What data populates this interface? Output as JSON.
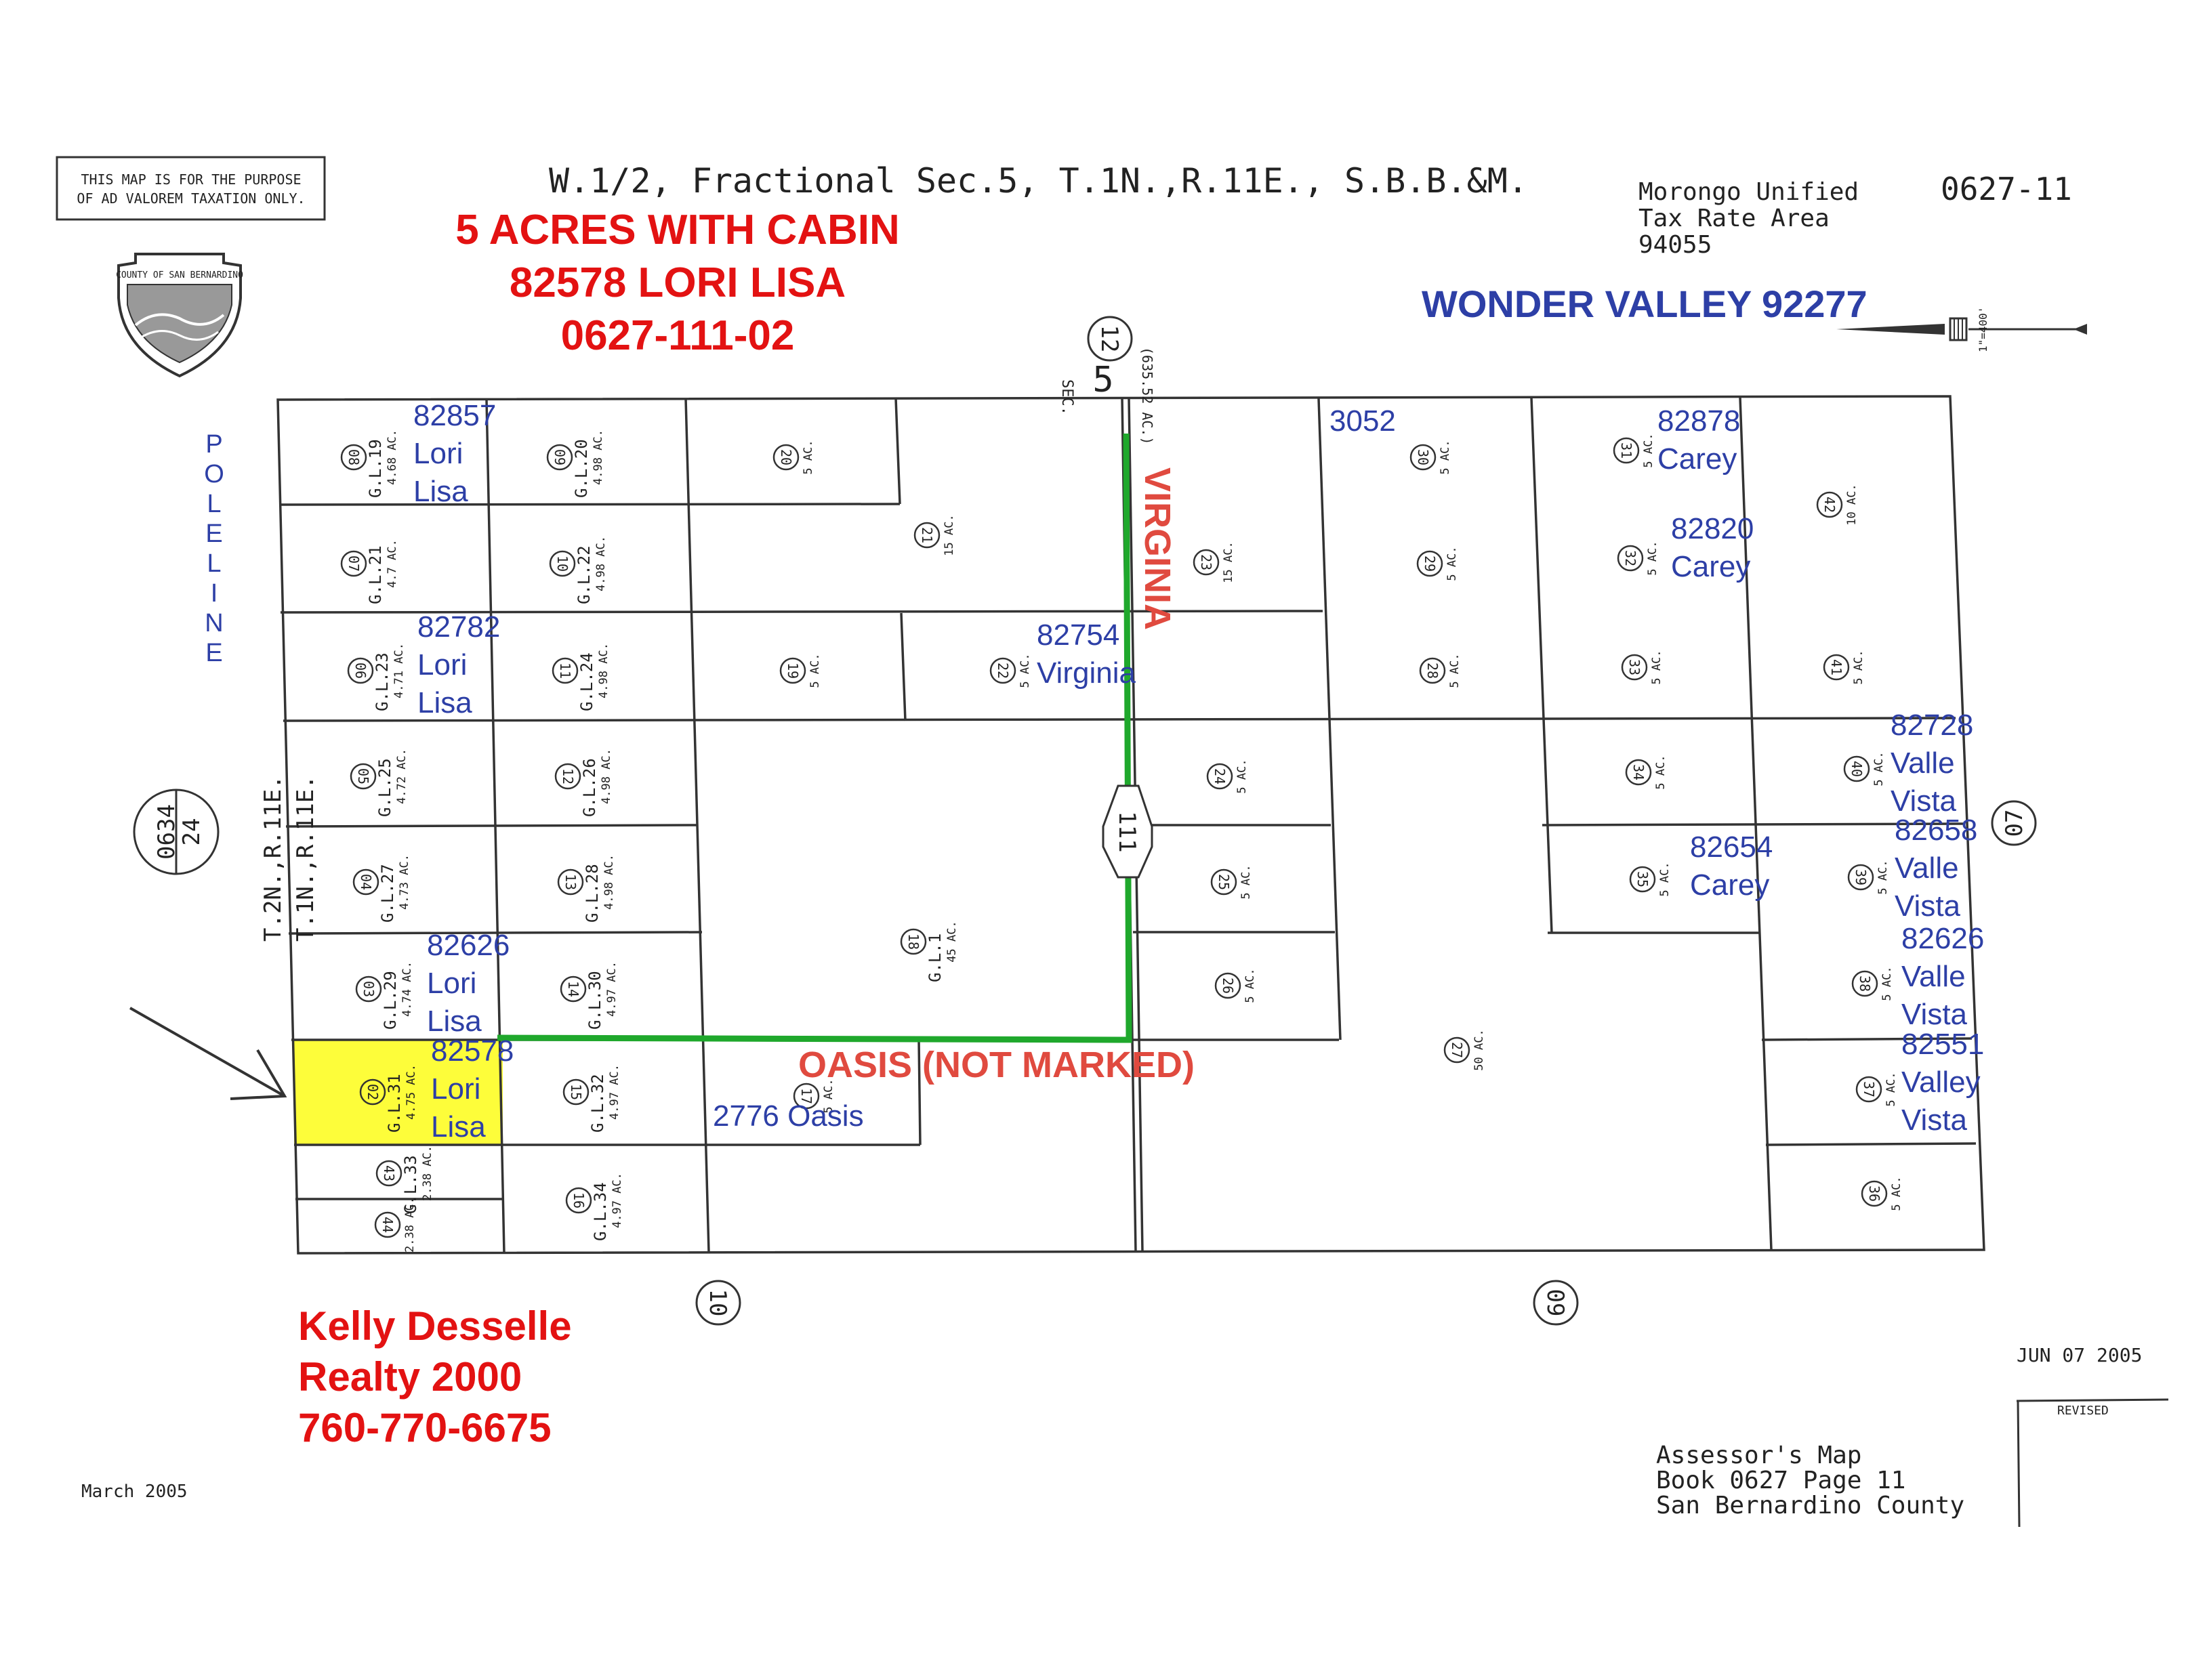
{
  "header": {
    "purpose_line1": "THIS MAP IS FOR THE PURPOSE",
    "purpose_line2": "OF AD VALOREM TAXATION ONLY.",
    "county_seal_text": "COUNTY OF SAN BERNARDINO",
    "title": "W.1/2, Fractional Sec.5, T.1N.,R.11E., S.B.B.&M.",
    "district_line1": "Morongo Unified",
    "district_line2": "Tax Rate Area",
    "district_line3": "94055",
    "map_number": "0627-11",
    "scale": "1\"=400'"
  },
  "listing": {
    "line1": "5 ACRES WITH CABIN",
    "line2": "82578 LORI LISA",
    "line3": "0627-111-02",
    "area": "WONDER VALLEY 92277"
  },
  "agent": {
    "name": "Kelly Desselle",
    "company": "Realty 2000",
    "phone": "760-770-6675"
  },
  "footer": {
    "date_left": "March 2005",
    "revised_date": "JUN 07 2005",
    "revised_label": "REVISED",
    "line1": "Assessor's Map",
    "line2": "Book 0627 Page 11",
    "line3": "San Bernardino County"
  },
  "roads": {
    "poleline": [
      "P",
      "O",
      "L",
      "E",
      "L",
      "I",
      "N",
      "E"
    ],
    "virginia": "VIRGINIA",
    "oasis": "OASIS (NOT MARKED)"
  },
  "township_label": "T.2N.,R.11E.",
  "township_label2": "T.1N.,R.11E.",
  "sec_label": "SEC.",
  "sec_number": "5",
  "sec_acreage": "(635.52 AC.)",
  "adjacent_maps": {
    "top": "12",
    "left_upper": "0634",
    "left_lower": "24",
    "right": "07",
    "bottom_left": "10",
    "bottom_right": "09",
    "center_book": "111"
  },
  "parcels": [
    {
      "n": "08",
      "gl": "G.L.19",
      "ac": "4.68 AC."
    },
    {
      "n": "07",
      "gl": "G.L.21",
      "ac": "4.7 AC."
    },
    {
      "n": "06",
      "gl": "G.L.23",
      "ac": "4.71 AC."
    },
    {
      "n": "05",
      "gl": "G.L.25",
      "ac": "4.72 AC."
    },
    {
      "n": "04",
      "gl": "G.L.27",
      "ac": "4.73 AC."
    },
    {
      "n": "03",
      "gl": "G.L.29",
      "ac": "4.74 AC."
    },
    {
      "n": "02",
      "gl": "G.L.31",
      "ac": "4.75 AC."
    },
    {
      "n": "43",
      "gl": "G.L.33",
      "ac": "2.38 AC."
    },
    {
      "n": "44",
      "gl": "",
      "ac": "2.38 AC."
    },
    {
      "n": "09",
      "gl": "G.L.20",
      "ac": "4.98 AC."
    },
    {
      "n": "10",
      "gl": "G.L.22",
      "ac": "4.98 AC."
    },
    {
      "n": "11",
      "gl": "G.L.24",
      "ac": "4.98 AC."
    },
    {
      "n": "12",
      "gl": "G.L.26",
      "ac": "4.98 AC."
    },
    {
      "n": "13",
      "gl": "G.L.28",
      "ac": "4.98 AC."
    },
    {
      "n": "14",
      "gl": "G.L.30",
      "ac": "4.97 AC."
    },
    {
      "n": "15",
      "gl": "G.L.32",
      "ac": "4.97 AC."
    },
    {
      "n": "16",
      "gl": "G.L.34",
      "ac": "4.97 AC."
    },
    {
      "n": "20",
      "ac": "5 AC."
    },
    {
      "n": "21",
      "ac": "15 AC."
    },
    {
      "n": "19",
      "ac": "5 AC."
    },
    {
      "n": "22",
      "ac": "5 AC."
    },
    {
      "n": "18",
      "gl": "G.L.1",
      "ac": "45 AC."
    },
    {
      "n": "17",
      "ac": "5 AC."
    },
    {
      "n": "23",
      "ac": "15 AC."
    },
    {
      "n": "24",
      "ac": "5 AC."
    },
    {
      "n": "25",
      "ac": "5 AC."
    },
    {
      "n": "26",
      "ac": "5 AC."
    },
    {
      "n": "30",
      "ac": "5 AC."
    },
    {
      "n": "29",
      "ac": "5 AC."
    },
    {
      "n": "28",
      "ac": "5 AC."
    },
    {
      "n": "27",
      "ac": "50 AC."
    },
    {
      "n": "31",
      "ac": "5 AC."
    },
    {
      "n": "32",
      "ac": "5 AC."
    },
    {
      "n": "33",
      "ac": "5 AC."
    },
    {
      "n": "34",
      "ac": "5 AC."
    },
    {
      "n": "35",
      "ac": "5 AC."
    },
    {
      "n": "42",
      "ac": "10 AC."
    },
    {
      "n": "41",
      "ac": "5 AC."
    },
    {
      "n": "40",
      "ac": "5 AC."
    },
    {
      "n": "39",
      "ac": "5 AC."
    },
    {
      "n": "38",
      "ac": "5 AC."
    },
    {
      "n": "37",
      "ac": "5 AC."
    },
    {
      "n": "36",
      "ac": "5 AC."
    }
  ],
  "address_labels": [
    {
      "num": "82857",
      "street": [
        "Lori",
        "Lisa"
      ]
    },
    {
      "num": "82782",
      "street": [
        "Lori",
        "Lisa"
      ]
    },
    {
      "num": "82626",
      "street": [
        "Lori",
        "Lisa"
      ]
    },
    {
      "num": "82578",
      "street": [
        "Lori",
        "Lisa"
      ]
    },
    {
      "num": "82754",
      "street": [
        "Virginia"
      ]
    },
    {
      "num": "2776",
      "street": [
        "Oasis"
      ]
    },
    {
      "num": "3052",
      "street": []
    },
    {
      "num": "82878",
      "street": [
        "Carey"
      ]
    },
    {
      "num": "82820",
      "street": [
        "Carey"
      ]
    },
    {
      "num": "82654",
      "street": [
        "Carey"
      ]
    },
    {
      "num": "82728",
      "street": [
        "Valle",
        "Vista"
      ]
    },
    {
      "num": "82658",
      "street": [
        "Valle",
        "Vista"
      ]
    },
    {
      "num": "82626",
      "street": [
        "Valle",
        "Vista"
      ]
    },
    {
      "num": "82551",
      "street": [
        "Valley",
        "Vista"
      ]
    }
  ],
  "colors": {
    "highlight": "#fdfd3a",
    "road_green": "#1fa82c",
    "address_blue": "#2d3fa6",
    "listing_red": "#e31212",
    "road_label": "#e04a3f"
  }
}
